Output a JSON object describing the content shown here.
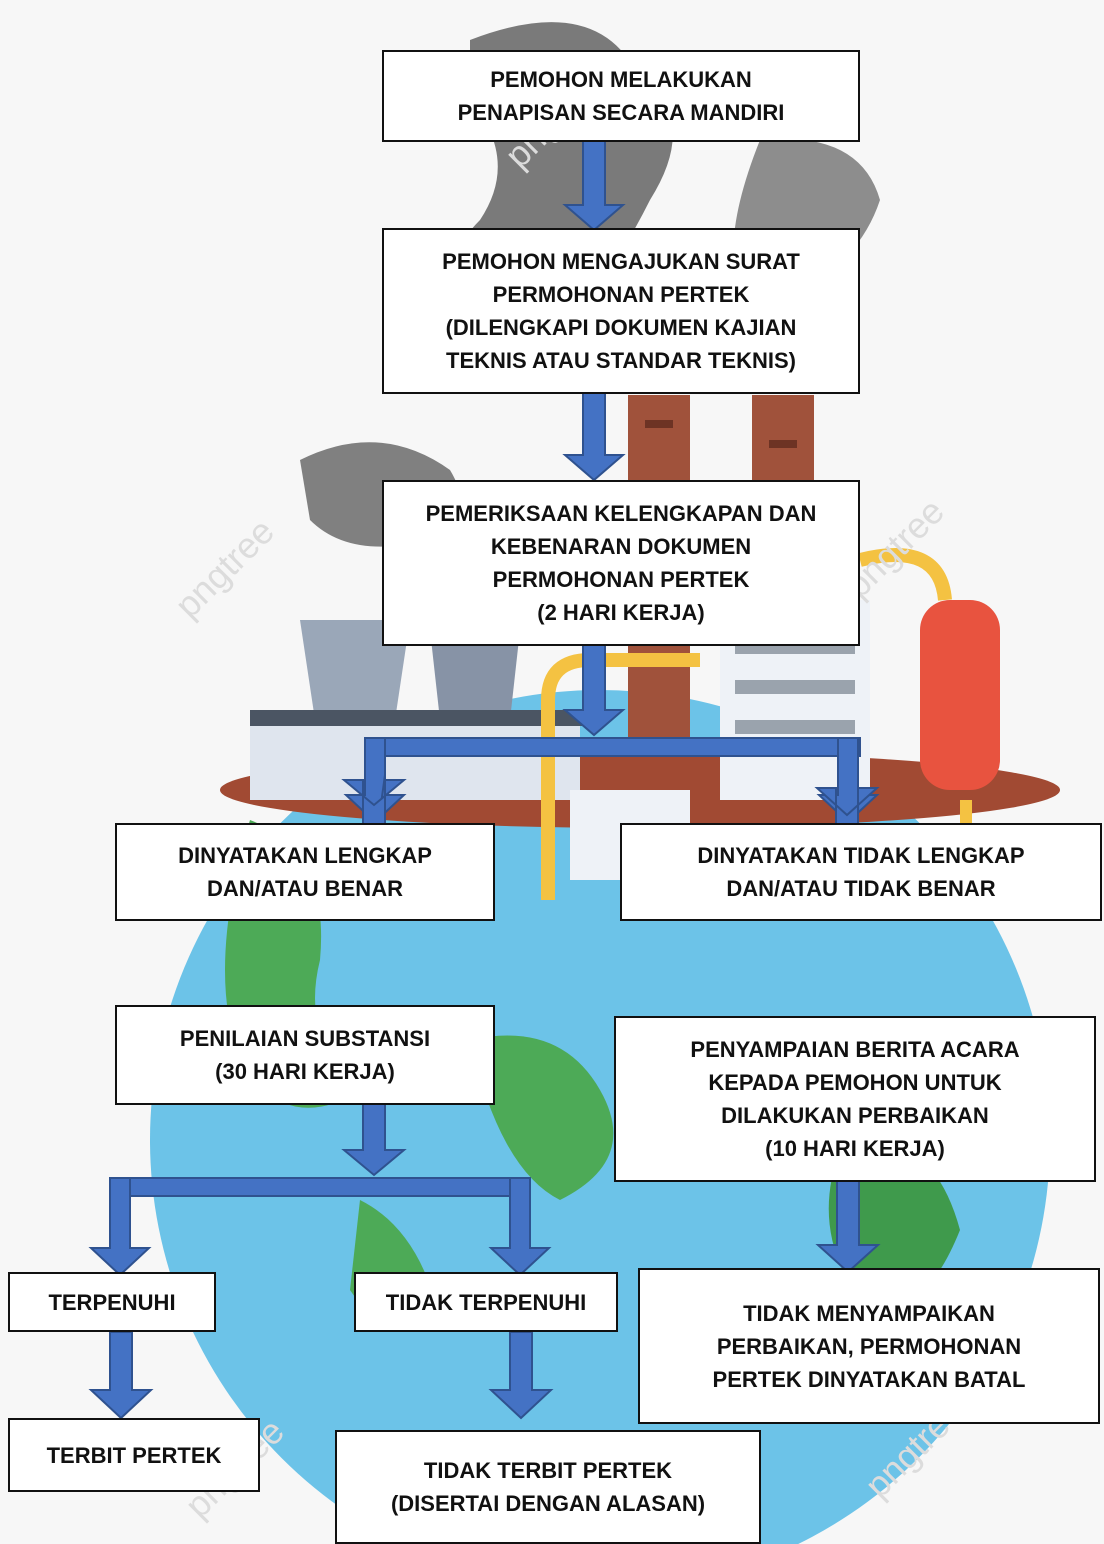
{
  "colors": {
    "arrow": "#4472c4",
    "arrow_outline": "#2f528f",
    "box_border": "#111111",
    "text": "#111111",
    "ocean": "#6cc3e8",
    "land": "#4daa57",
    "smoke": "#7a7a7a",
    "chimney": "#a0523b",
    "ground": "#a14a33",
    "pipe": "#f4c242",
    "tank": "#e8533f"
  },
  "background": {
    "description": "factory on globe illustration",
    "watermark": "pngtree"
  },
  "steps": {
    "self_screening": "PEMOHON MELAKUKAN\nPENAPISAN SECARA MANDIRI",
    "submit_request": "PEMOHON MENGAJUKAN SURAT\nPERMOHONAN PERTEK\n(DILENGKAPI DOKUMEN KAJIAN\nTEKNIS ATAU STANDAR TEKNIS)",
    "document_check": "PEMERIKSAAN KELENGKAPAN DAN\nKEBENARAN DOKUMEN\nPERMOHONAN PERTEK\n(2 HARI KERJA)",
    "declared_complete": "DINYATAKAN LENGKAP\nDAN/ATAU BENAR",
    "declared_incomplete": "DINYATAKAN TIDAK LENGKAP\nDAN/ATAU TIDAK BENAR",
    "substance_assessment": "PENILAIAN SUBSTANSI\n(30 HARI KERJA)",
    "minutes_delivery": "PENYAMPAIAN BERITA ACARA\nKEPADA PEMOHON UNTUK\nDILAKUKAN PERBAIKAN\n(10 HARI KERJA)",
    "fulfilled": "TERPENUHI",
    "not_fulfilled": "TIDAK TERPENUHI",
    "cancelled": "TIDAK MENYAMPAIKAN\nPERBAIKAN, PERMOHONAN\nPERTEK DINYATAKAN BATAL",
    "pertek_issued": "TERBIT PERTEK",
    "pertek_not_issued": "TIDAK TERBIT PERTEK\n(DISERTAI DENGAN ALASAN)"
  }
}
